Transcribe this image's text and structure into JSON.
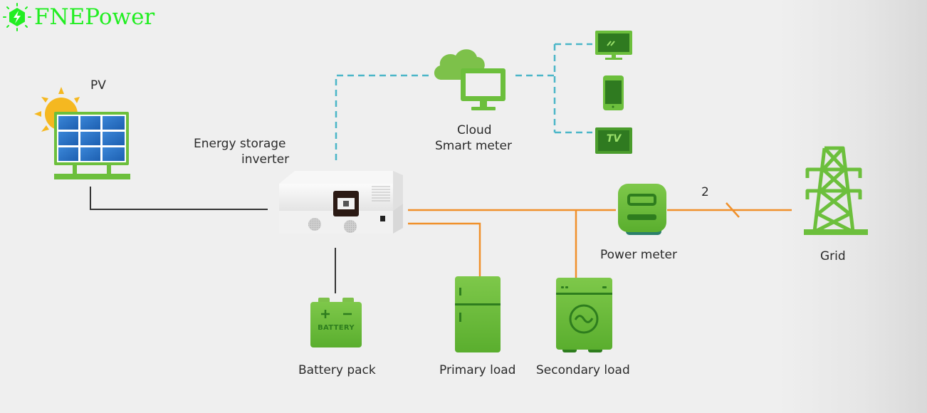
{
  "brand": {
    "name": "FNEPower",
    "color": "#22ee22",
    "icon": "lightning-hexagon-icon"
  },
  "colors": {
    "power_line": "#f0902a",
    "data_line": "#4bb6c8",
    "dc_line": "#333333",
    "icon_green": "#6cbf3c",
    "icon_dark_green": "#2e7d1e"
  },
  "nodes": {
    "pv": {
      "label": "PV",
      "icon": "solar-panel-icon"
    },
    "inverter": {
      "label_line1": "Energy storage",
      "label_line2": "inverter",
      "icon": "inverter-icon"
    },
    "cloud": {
      "label_line1": "Cloud",
      "label_line2": "Smart meter",
      "icon": "cloud-monitor-icon"
    },
    "devices": [
      {
        "name": "monitor",
        "icon": "monitor-icon"
      },
      {
        "name": "phone",
        "icon": "phone-icon"
      },
      {
        "name": "tv",
        "icon": "tv-icon",
        "text": "TV"
      }
    ],
    "battery": {
      "label": "Battery pack",
      "icon": "battery-icon",
      "icon_text": "BATTERY"
    },
    "primary_load": {
      "label": "Primary load",
      "icon": "refrigerator-icon"
    },
    "secondary_load": {
      "label": "Secondary load",
      "icon": "washing-machine-icon"
    },
    "power_meter": {
      "label": "Power meter",
      "icon": "power-meter-icon"
    },
    "grid": {
      "label": "Grid",
      "icon": "transmission-tower-icon",
      "line_count": "2"
    }
  }
}
